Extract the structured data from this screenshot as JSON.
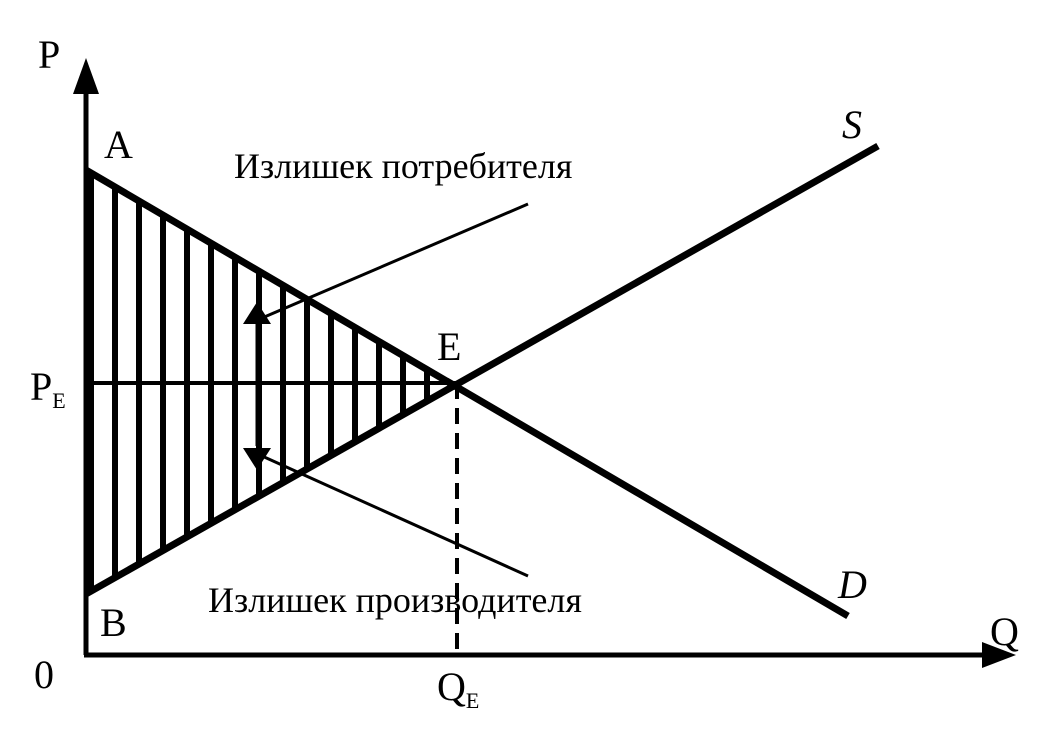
{
  "axes": {
    "y_label": "P",
    "x_label": "Q",
    "origin_label": "0"
  },
  "points": {
    "a": "A",
    "b": "B",
    "e": "E"
  },
  "price_label": {
    "main": "P",
    "sub": "E"
  },
  "quantity_label": {
    "main": "Q",
    "sub": "E"
  },
  "curves": {
    "supply": "S",
    "demand": "D"
  },
  "annotations": {
    "consumer_surplus": "Излишек потребителя",
    "producer_surplus": "Излишек производителя"
  },
  "colors": {
    "ink": "#000000",
    "background": "#ffffff"
  }
}
